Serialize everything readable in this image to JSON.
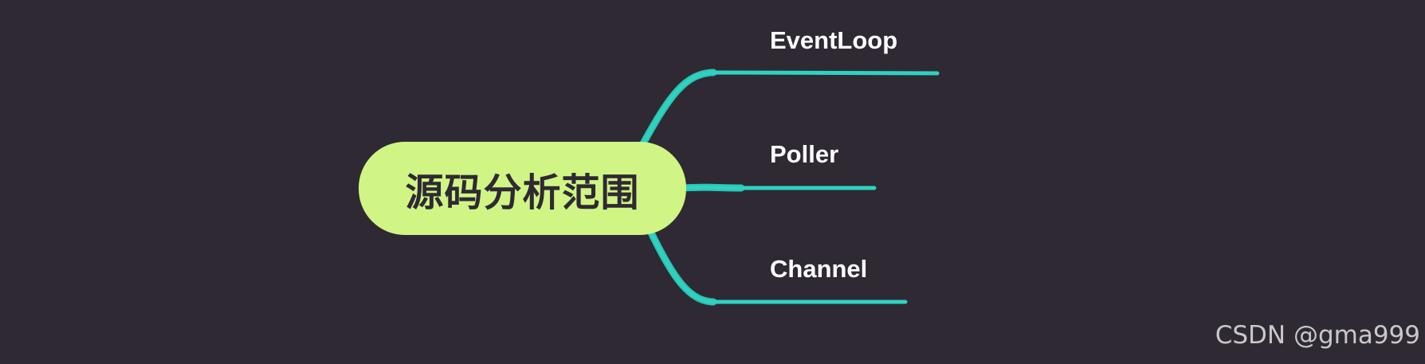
{
  "root": {
    "label": "源码分析范围"
  },
  "branches": [
    {
      "label": "EventLoop"
    },
    {
      "label": "Poller"
    },
    {
      "label": "Channel"
    }
  ],
  "watermark": "CSDN @gma999",
  "colors": {
    "background": "#2f2933",
    "root_fill": "#d0f585",
    "root_text": "#2f2933",
    "branch_line": "#2ed3c0",
    "branch_text": "#ffffff",
    "watermark_text": "#c8c8c8"
  }
}
